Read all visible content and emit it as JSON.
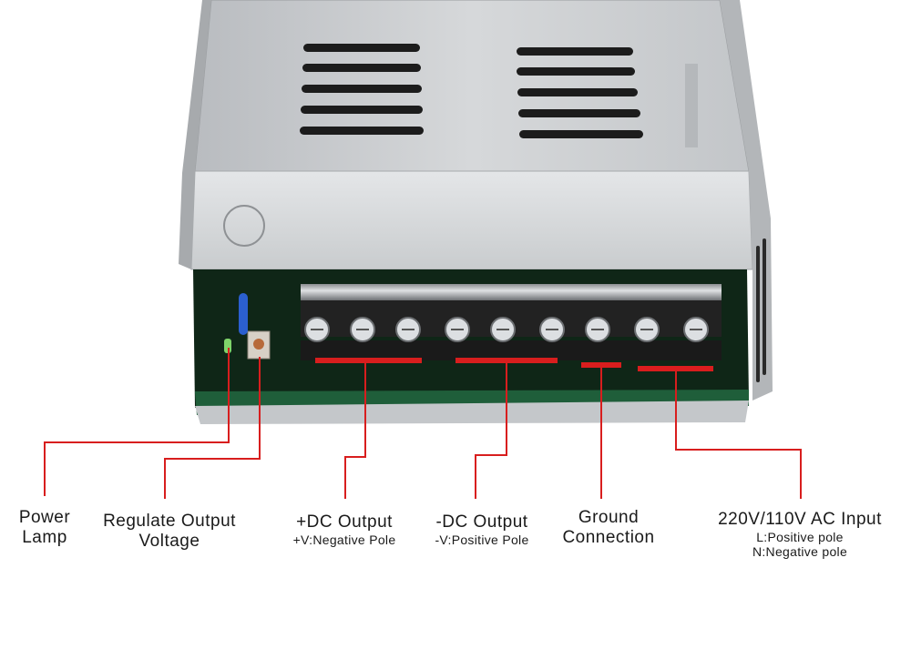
{
  "diagram": {
    "accent_color": "#d81e1e",
    "labels": {
      "power_lamp": [
        "Power",
        "Lamp"
      ],
      "regulate": [
        "Regulate Output",
        "Voltage"
      ],
      "dc_plus": {
        "title": "+DC Output",
        "sub": "+V:Negative Pole"
      },
      "dc_minus": {
        "title": "-DC Output",
        "sub": "-V:Positive Pole"
      },
      "ground": [
        "Ground",
        "Connection"
      ],
      "ac_input": {
        "title": "220V/110V AC Input",
        "sub1": "L:Positive pole",
        "sub2": "N:Negative pole"
      }
    }
  }
}
